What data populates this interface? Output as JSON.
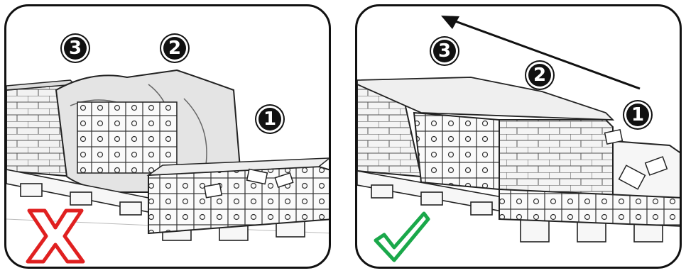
{
  "panels": [
    {
      "id": "wrong",
      "status_icon": "x-mark-icon",
      "status_color": "#e02020",
      "steps": [
        "3",
        "2",
        "1"
      ]
    },
    {
      "id": "correct",
      "status_icon": "check-mark-icon",
      "status_color": "#1aa84a",
      "steps": [
        "3",
        "2",
        "1"
      ]
    }
  ]
}
